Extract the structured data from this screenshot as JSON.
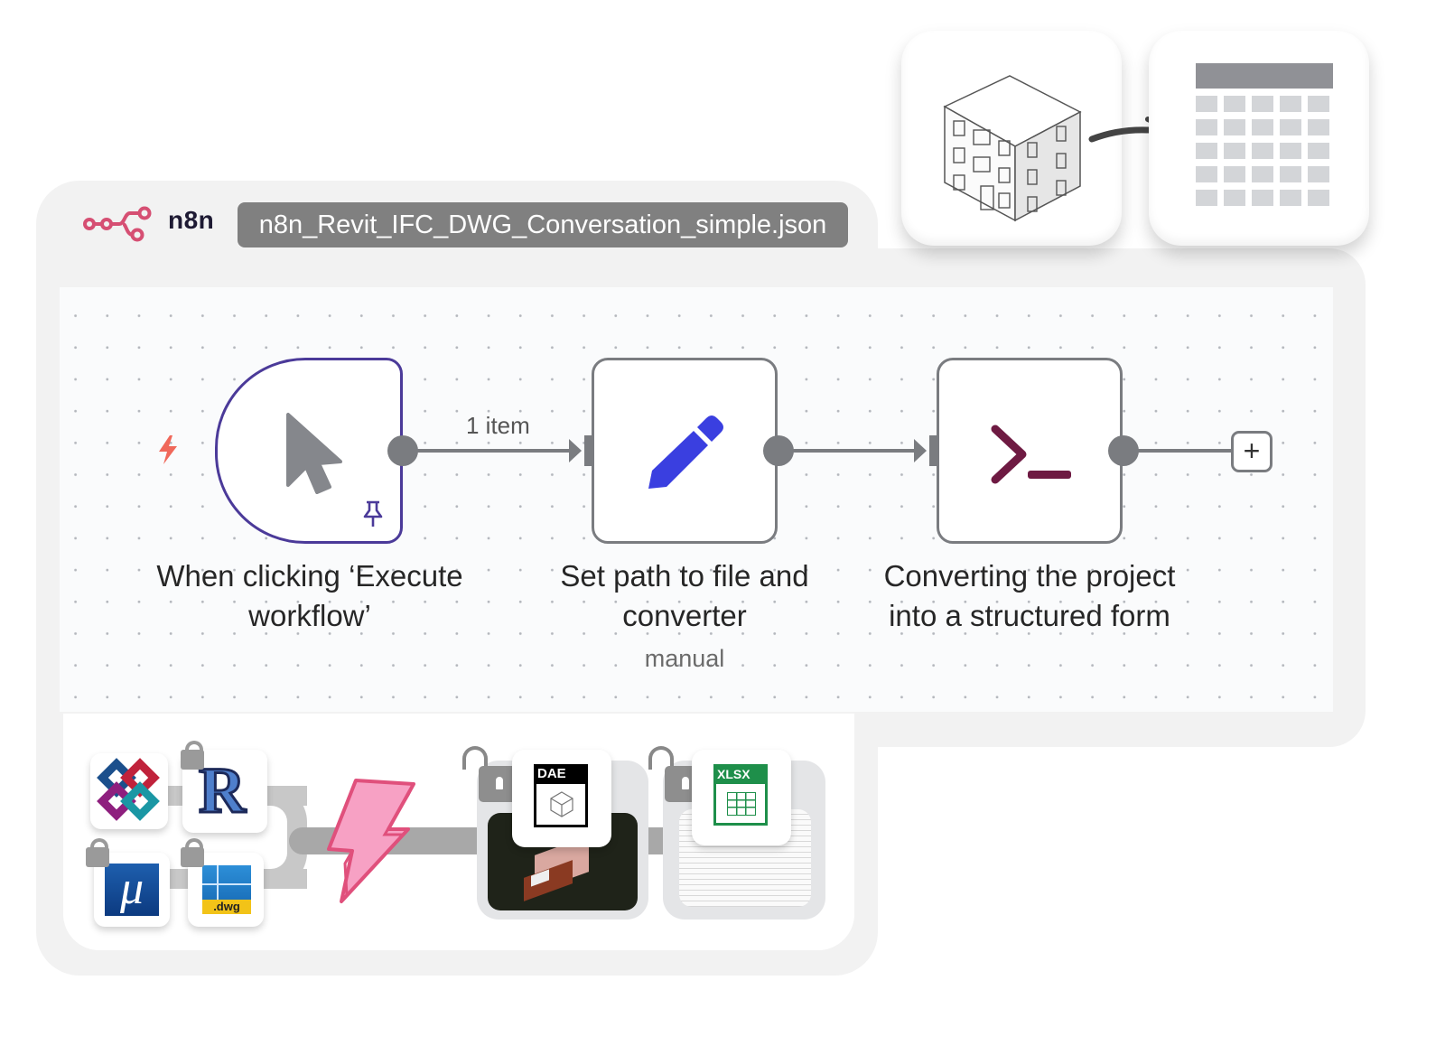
{
  "header": {
    "brand": "n8n",
    "filename": "n8n_Revit_IFC_DWG_Conversation_simple.json"
  },
  "workflow": {
    "nodes": [
      {
        "id": "trigger",
        "label_line1": "When clicking ‘Execute",
        "label_line2": "workflow’",
        "icon": "cursor-icon",
        "badge_icon": "pin-icon",
        "trigger_icon": "lightning-icon"
      },
      {
        "id": "set",
        "label_line1": "Set path to file and",
        "label_line2": "converter",
        "subtitle": "manual",
        "icon": "pencil-icon"
      },
      {
        "id": "exec",
        "label_line1": "Converting the project",
        "label_line2": "into a structured form",
        "icon": "terminal-icon"
      }
    ],
    "edges": [
      {
        "from": "trigger",
        "to": "set",
        "label": "1 item"
      },
      {
        "from": "set",
        "to": "exec",
        "label": ""
      }
    ],
    "add_node_label": "+"
  },
  "illustration": {
    "top": [
      "building-icon",
      "arrow-icon",
      "table-icon"
    ],
    "inputs": [
      "ifc-logo",
      "revit-logo",
      "microstation-logo",
      "dwg-logo"
    ],
    "dwg_text": ".dwg",
    "revit_text": "R",
    "micro_text": "μ",
    "outputs": [
      {
        "format": "DAE",
        "color": "#000000"
      },
      {
        "format": "XLSX",
        "color": "#1e8f4a"
      }
    ]
  },
  "colors": {
    "n8n_brand": "#d64f73",
    "trigger_border": "#4b3a99",
    "pencil": "#3a3fe0",
    "terminal": "#6e1a42",
    "lightning_small": "#f0685a",
    "lightning_big": "#f7a1c4"
  }
}
